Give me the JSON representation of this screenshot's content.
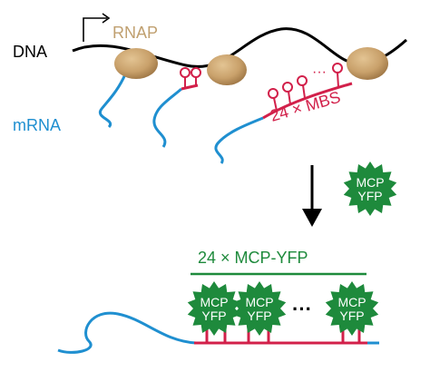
{
  "labels": {
    "dna": "DNA",
    "rnap": "RNAP",
    "mrna": "mRNA",
    "mbs": "24 × MBS",
    "mbs_dots": "···",
    "mcp_yfp_title": "24 × MCP-YFP",
    "mcp_line1": "MCP",
    "mcp_line2": "YFP",
    "bottom_dots": "···"
  },
  "colors": {
    "dna": "#000000",
    "rnap": "#c9a16b",
    "rnap_text": "#c0a070",
    "mrna": "#1f8fd0",
    "mbs": "#d2204a",
    "mcp_yfp": "#1e8a3c",
    "arrow": "#000000"
  },
  "icons": {
    "promoter": "bent-arrow-icon",
    "process_arrow": "down-arrow-icon"
  }
}
